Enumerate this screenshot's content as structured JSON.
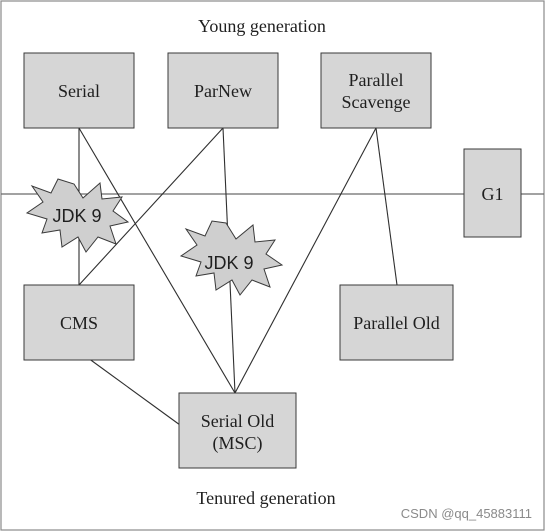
{
  "diagram": {
    "top_label": "Young generation",
    "bottom_label": "Tenured generation",
    "collectors": {
      "serial": "Serial",
      "parnew": "ParNew",
      "parallel_scavenge_line1": "Parallel",
      "parallel_scavenge_line2": "Scavenge",
      "g1": "G1",
      "cms": "CMS",
      "parallel_old": "Parallel Old",
      "serial_old_line1": "Serial Old",
      "serial_old_line2": "(MSC)"
    },
    "deprecation_badges": [
      "JDK 9",
      "JDK 9"
    ]
  },
  "watermark": "CSDN @qq_45883111"
}
